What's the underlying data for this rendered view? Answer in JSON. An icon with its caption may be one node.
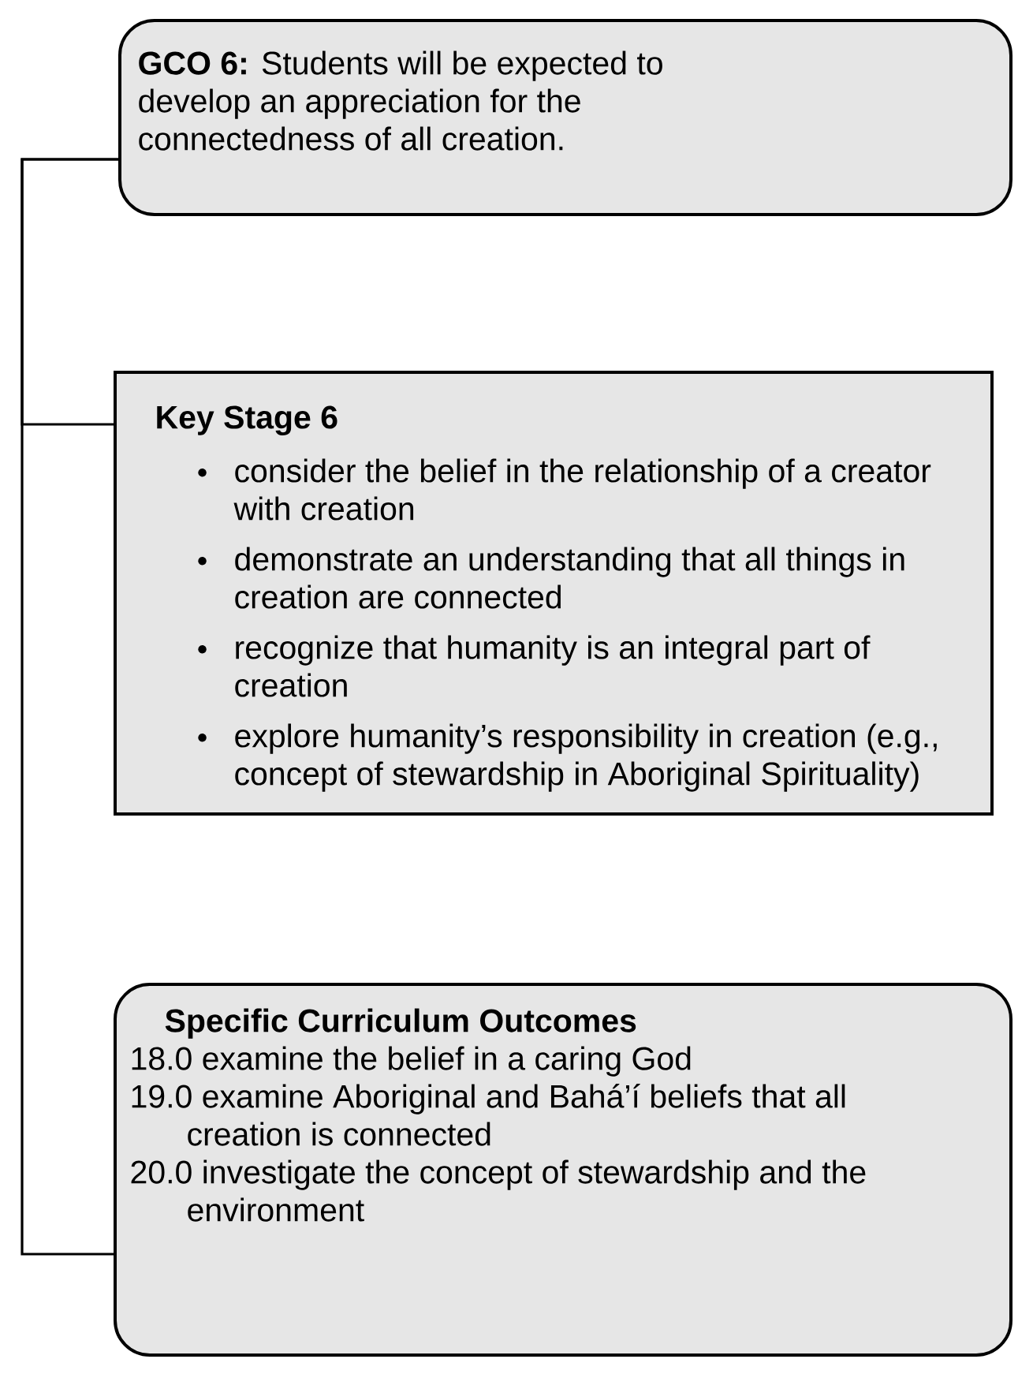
{
  "diagram": {
    "nodes": [
      {
        "text": [
          "**GCO 6:** Students will be expected to develop an appreciation for the connectedness of all creation."
        ]
      },
      {
        "text": [
          "Key Stage 6",
          "consider the belief in the relationship of a creator with creation",
          "demonstrate an understanding that all things in creation are connected",
          "recognize that humanity is an integral part of creation",
          "explore humanity’s responsibility in creation (e.g., concept of stewardship in Aboriginal Spirituality)"
        ]
      },
      {
        "text": [
          "Specific Curriculum Outcomes",
          "18.0 examine the belief in a caring God",
          "19.0 examine Aboriginal and Bahá’í beliefs that all creation is connected",
          "20.0 investigate the concept of stewardship and the environment"
        ]
      }
    ],
    "edges": [
      {
        "from": 0,
        "to": 1,
        "arrow": "none"
      },
      {
        "from": 0,
        "to": 2,
        "arrow": "none"
      }
    ]
  }
}
